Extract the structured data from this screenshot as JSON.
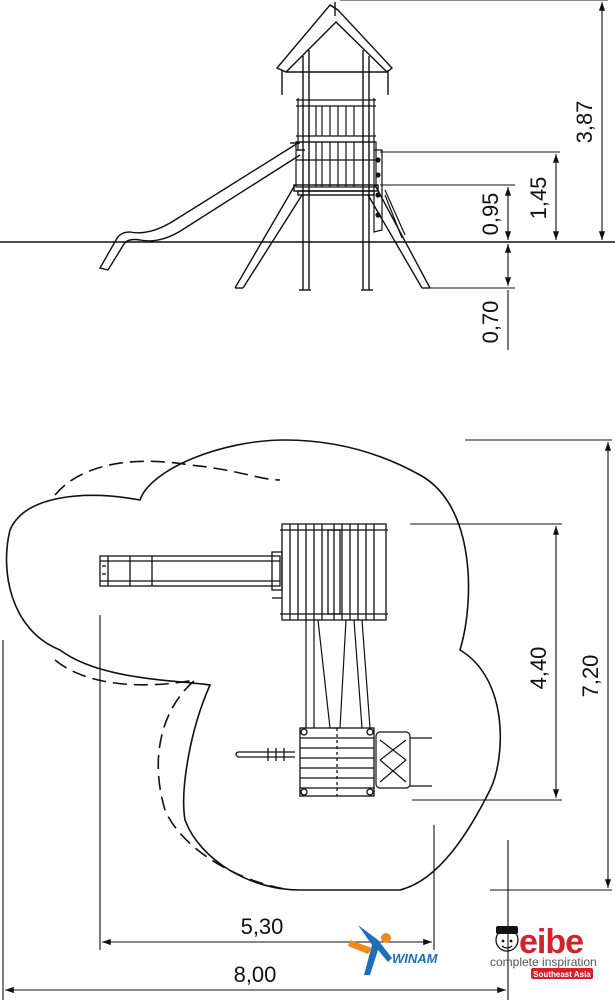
{
  "side_view": {
    "dimensions": {
      "total_height": "3,87",
      "wall_height": "1,45",
      "platform_height": "0,95",
      "foundation_depth": "0,70"
    }
  },
  "plan_view": {
    "dimensions": {
      "depth_inner": "4,40",
      "depth_total": "7,20",
      "width_inner": "5,30",
      "width_total": "8,00"
    }
  },
  "logos": {
    "winam": "WINAM",
    "eibe": "eibe",
    "eibe_tagline": "complete inspiration",
    "eibe_region": "Southeast Asia"
  },
  "colors": {
    "line": "#111111",
    "winam_blue": "#1f6fb8",
    "winam_orange": "#f08a1c",
    "eibe_red": "#d2232a"
  }
}
